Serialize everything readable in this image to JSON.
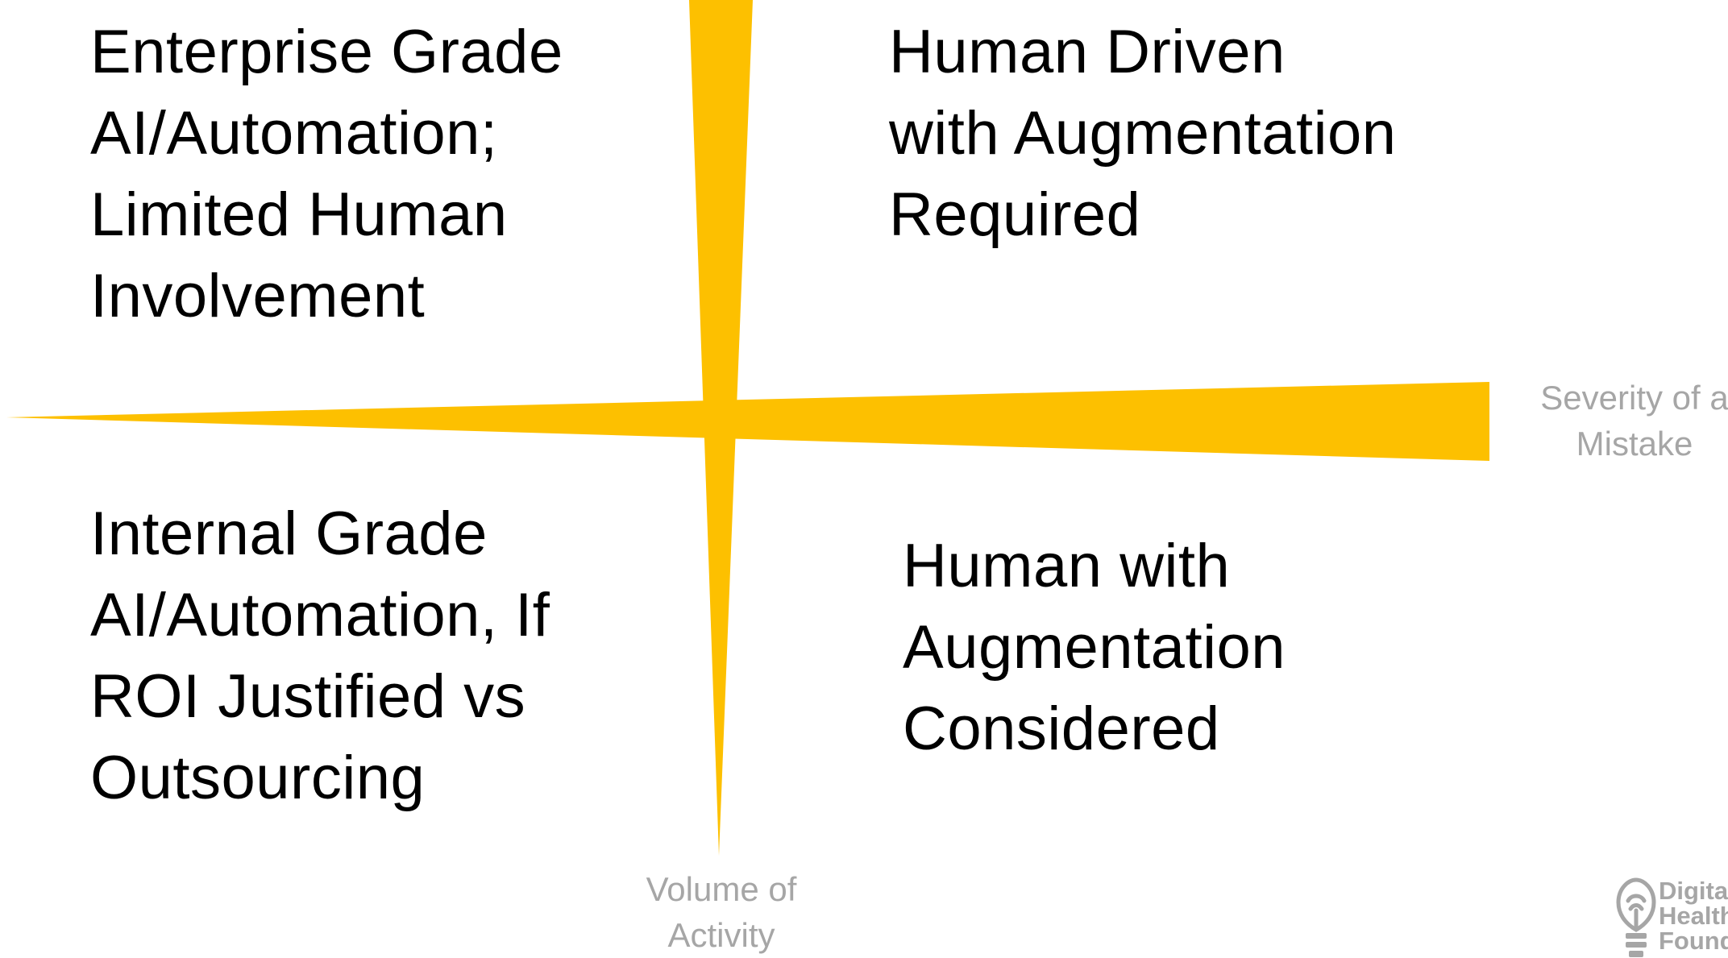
{
  "quadrants": {
    "top_left": [
      "Enterprise Grade",
      "AI/Automation;",
      "Limited Human",
      "Involvement"
    ],
    "top_right": [
      "Human Driven",
      "with Augmentation",
      "Required"
    ],
    "bottom_left": [
      "Internal Grade",
      "AI/Automation, If",
      "ROI Justified vs",
      "Outsourcing"
    ],
    "bottom_right": [
      "Human with",
      "Augmentation",
      "Considered"
    ]
  },
  "axes": {
    "x_label": [
      "Severity of a",
      "Mistake"
    ],
    "y_label": [
      "Volume of",
      "Activity"
    ]
  },
  "logo": {
    "name": "bulb-logo-icon",
    "text": [
      "Digital",
      "Health",
      "Found"
    ]
  },
  "colors": {
    "axis": "#FDC000",
    "axis_label": "#A6A6A6",
    "logo": "#A6A6A6",
    "text": "#000000"
  }
}
